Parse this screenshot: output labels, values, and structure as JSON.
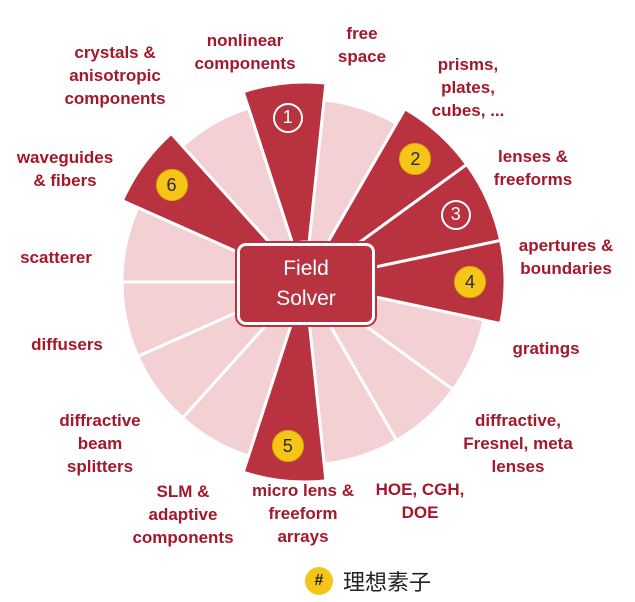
{
  "center": {
    "text": "Field\nSolver"
  },
  "segments": [
    {
      "label": "free\nspace",
      "dark": true,
      "badge": "1",
      "badge_style": "ring"
    },
    {
      "label": "prisms,\nplates,\ncubes, ...",
      "dark": false
    },
    {
      "label": "lenses &\nfreeforms",
      "dark": true,
      "badge": "2",
      "badge_style": "yellow"
    },
    {
      "label": "apertures &\nboundaries",
      "dark": true,
      "badge": "3",
      "badge_style": "ring"
    },
    {
      "label": "gratings",
      "dark": true,
      "badge": "4",
      "badge_style": "yellow"
    },
    {
      "label": "diffractive,\nFresnel, meta\nlenses",
      "dark": false
    },
    {
      "label": "HOE, CGH,\nDOE",
      "dark": false
    },
    {
      "label": "micro lens &\nfreeform\narrays",
      "dark": false
    },
    {
      "label": "SLM &\nadaptive\ncomponents",
      "dark": true,
      "badge": "5",
      "badge_style": "yellow"
    },
    {
      "label": "diffractive\nbeam\nsplitters",
      "dark": false
    },
    {
      "label": "diffusers",
      "dark": false
    },
    {
      "label": "scatterer",
      "dark": false
    },
    {
      "label": "waveguides\n& fibers",
      "dark": false
    },
    {
      "label": "crystals &\nanisotropic\ncomponents",
      "dark": true,
      "badge": "6",
      "badge_style": "yellow"
    },
    {
      "label": "nonlinear\ncomponents",
      "dark": false
    }
  ],
  "legend": {
    "symbol": "#",
    "text": "理想素子"
  },
  "colors": {
    "dark": "#b8323f",
    "light": "#f2d0d4",
    "label": "#a3182b",
    "badge": "#f5c518"
  }
}
